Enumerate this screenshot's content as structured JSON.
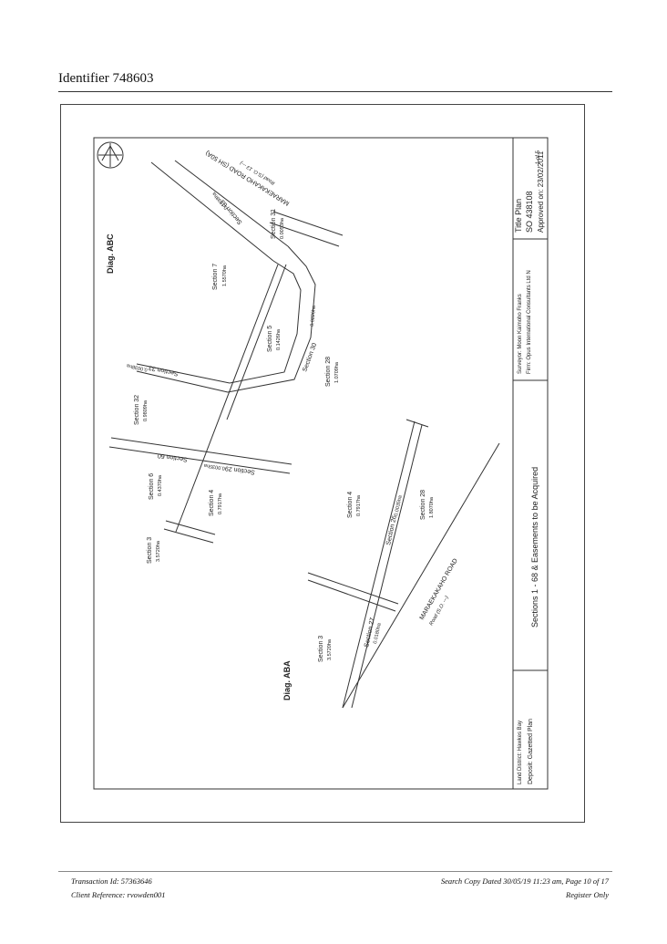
{
  "header": {
    "identifier": "Identifier 748603"
  },
  "plan": {
    "title_block": {
      "title": "Title Plan",
      "number": "SO 438108",
      "approved": "Approved on: 23/02/2011",
      "main_title": "Sections 1 - 68 & Easements to be Acquired",
      "surveyor": "Surveyor: Moon Kaimoho Franks",
      "firm": "Firm: Opus International Consultants Ltd N",
      "district": "Land District: Hawkes Bay",
      "plan_name": "Deposit: Gazetted Plan",
      "sheet": "1 of 5"
    },
    "diagrams": {
      "abc": "Diag. ABC",
      "aba": "Diag. ABA"
    },
    "roads": {
      "road1": "MARAEKAKAHO ROAD (SH 50A)",
      "road1_note": "Road (S.O. 13 ---)",
      "road2": "MARAEKAKAHO ROAD",
      "road2_note": "Road (S.O. ---)"
    },
    "sections": {
      "s7": "Section 7",
      "s7a": "1.5570ha",
      "s5": "Section 5",
      "s5a": "0.1426ha",
      "s28a_label": "Section 28",
      "s28a_area": "1.0709ha",
      "s32": "Section 32",
      "s32a": "0.9809ha",
      "s6": "Section 6",
      "s6a": "0.4370ha",
      "s4a": "Section 4",
      "s4a_area": "0.7917ha",
      "s3a": "Section 3",
      "s3a_area": "3.5720ha",
      "s33": "Section 33",
      "s33a": "0.0038ha",
      "s60": "Section 60",
      "s29": "Section 29",
      "s29a": "0.0035ha",
      "s30": "Section 30",
      "s30a": "0.0226ha",
      "s31": "Section 31",
      "s31a": "0.0053ha",
      "s63": "Section 63",
      "s63a": "0.1298ha",
      "s4b": "Section 4",
      "s4b_area": "0.7917ha",
      "s3b": "Section 3",
      "s3b_area": "3.5720ha",
      "s26": "Section 26",
      "s26a": "0.0035ha",
      "s28b": "Section 28",
      "s28b_area": "1.8070ha",
      "s27": "Section 27",
      "s27a": "0.0180ha"
    }
  },
  "footer": {
    "transaction": "Transaction Id: 57363646",
    "client": "Client Reference: rvowden001",
    "search_copy": "Search Copy Dated 30/05/19 11:23 am, Page 10 of 17",
    "register": "Register Only"
  }
}
